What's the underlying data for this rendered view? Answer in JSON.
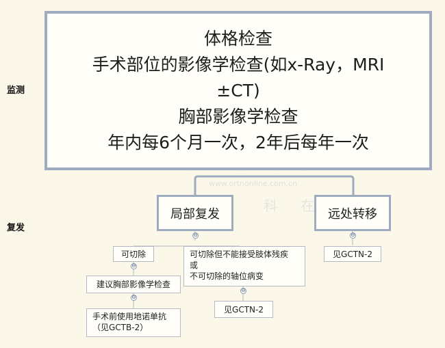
{
  "labels": {
    "monitor": "监测",
    "recurrence": "复发"
  },
  "main_box": {
    "lines": [
      "体格检查",
      "手术部位的影像学检查(如x-Ray，MRI",
      "±CT)",
      "胸部影像学检查",
      "年内每6个月一次，2年后每年一次"
    ]
  },
  "nodes": {
    "local_recurrence": "局部复发",
    "distant_metastasis": "远处转移",
    "resectable": "可切除",
    "unresectable_line1": "可切除但不能接受肢体残疾",
    "unresectable_line2": "或",
    "unresectable_line3": "不可切除的轴位病变",
    "see_gctn_1": "见GCTN-2",
    "see_gctn_2": "见GCTN-2",
    "chest_imaging": "建议胸部影像学检查",
    "denosumab_line1": "手术前使用地诺单抗",
    "denosumab_line2": "（见GCTB-2）"
  },
  "collapse_symbol": "⊖",
  "watermark": {
    "brand": "ortnonline",
    "url": "www.ortnonline.com.cn",
    "cn": "科 在 线"
  },
  "colors": {
    "background": "#fbf8ea",
    "border_accent": "#9eabc0",
    "border_light": "#b3b9c3"
  }
}
